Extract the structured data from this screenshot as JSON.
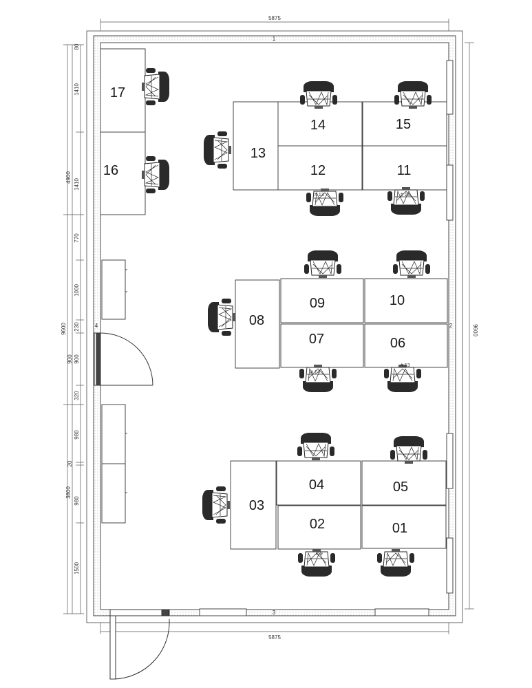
{
  "plan": {
    "top_dimension": "5875",
    "bottom_dimension": "5875",
    "right_dimension": "9600",
    "left_total_dimension": "9600",
    "wall_labels": {
      "top": "1",
      "right": "2",
      "bottom": "3",
      "left": "4"
    },
    "left_dimensions_outer": [
      "4900",
      "3800"
    ],
    "left_dimensions_inner": [
      "80",
      "1410",
      "1410",
      "770",
      "1000",
      "230",
      "900",
      "900",
      "320",
      "980",
      "20",
      "980",
      "1500"
    ],
    "desks": [
      "17",
      "16",
      "13",
      "14",
      "15",
      "12",
      "11",
      "08",
      "09",
      "10",
      "07",
      "06",
      "03",
      "04",
      "05",
      "02",
      "01"
    ],
    "seat_tags": [
      "# 13",
      "# 18",
      "# 14",
      "# 13",
      "# 9"
    ]
  }
}
